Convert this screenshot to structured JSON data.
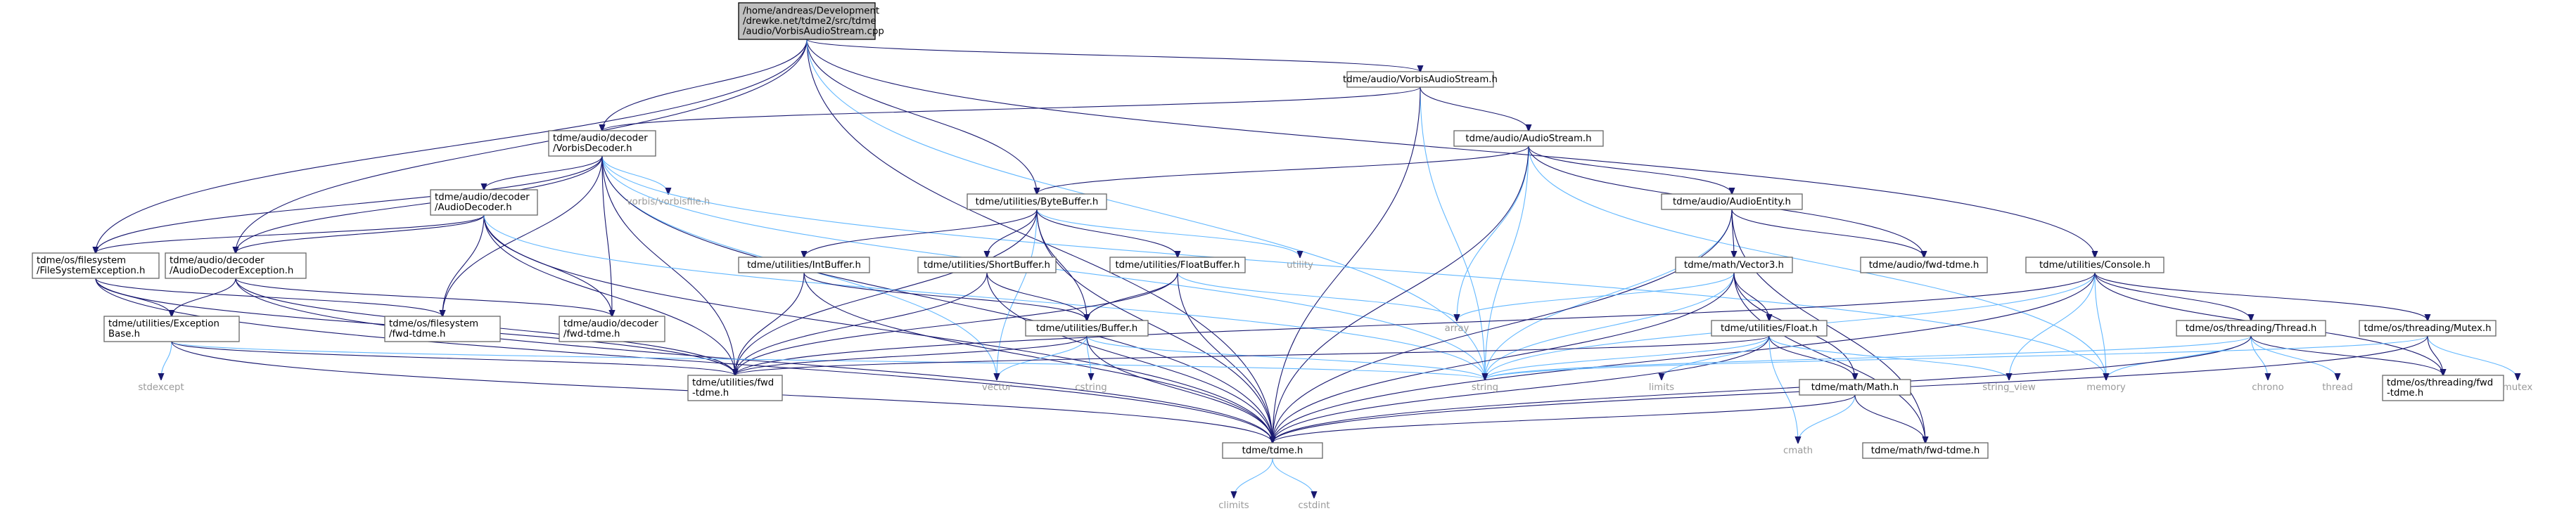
{
  "diagram": {
    "nodes": [
      {
        "id": "root",
        "lines": [
          "/home/andreas/Development",
          "/drewke.net/tdme2/src/tdme",
          "/audio/VorbisAudioStream.cpp"
        ],
        "kind": "root",
        "icon": ""
      },
      {
        "id": "vas_h",
        "lines": [
          "tdme/audio/VorbisAudioStream.h"
        ],
        "kind": "file"
      },
      {
        "id": "vdec_h",
        "lines": [
          "tdme/audio/decoder",
          "/VorbisDecoder.h"
        ],
        "kind": "file"
      },
      {
        "id": "as_h",
        "lines": [
          "tdme/audio/AudioStream.h"
        ],
        "kind": "file"
      },
      {
        "id": "ad_h",
        "lines": [
          "tdme/audio/decoder",
          "/AudioDecoder.h"
        ],
        "kind": "file"
      },
      {
        "id": "vorbisfile",
        "lines": [
          "vorbis/vorbisfile.h"
        ],
        "kind": "ext"
      },
      {
        "id": "bb_h",
        "lines": [
          "tdme/utilities/ByteBuffer.h"
        ],
        "kind": "file"
      },
      {
        "id": "ae_h",
        "lines": [
          "tdme/audio/AudioEntity.h"
        ],
        "kind": "file"
      },
      {
        "id": "fse_h",
        "lines": [
          "tdme/os/filesystem",
          "/FileSystemException.h"
        ],
        "kind": "file"
      },
      {
        "id": "ade_h",
        "lines": [
          "tdme/audio/decoder",
          "/AudioDecoderException.h"
        ],
        "kind": "file"
      },
      {
        "id": "ib_h",
        "lines": [
          "tdme/utilities/IntBuffer.h"
        ],
        "kind": "file"
      },
      {
        "id": "sb_h",
        "lines": [
          "tdme/utilities/ShortBuffer.h"
        ],
        "kind": "file"
      },
      {
        "id": "fb_h",
        "lines": [
          "tdme/utilities/FloatBuffer.h"
        ],
        "kind": "file"
      },
      {
        "id": "utility",
        "lines": [
          "utility"
        ],
        "kind": "ext"
      },
      {
        "id": "v3_h",
        "lines": [
          "tdme/math/Vector3.h"
        ],
        "kind": "file"
      },
      {
        "id": "afwd_h",
        "lines": [
          "tdme/audio/fwd-tdme.h"
        ],
        "kind": "file"
      },
      {
        "id": "console_h",
        "lines": [
          "tdme/utilities/Console.h"
        ],
        "kind": "file"
      },
      {
        "id": "eb_h",
        "lines": [
          "tdme/utilities/Exception",
          "Base.h"
        ],
        "kind": "file"
      },
      {
        "id": "fsfwd_h",
        "lines": [
          "tdme/os/filesystem",
          "/fwd-tdme.h"
        ],
        "kind": "file"
      },
      {
        "id": "adfwd_h",
        "lines": [
          "tdme/audio/decoder",
          "/fwd-tdme.h"
        ],
        "kind": "file"
      },
      {
        "id": "buf_h",
        "lines": [
          "tdme/utilities/Buffer.h"
        ],
        "kind": "file"
      },
      {
        "id": "array",
        "lines": [
          "array"
        ],
        "kind": "ext"
      },
      {
        "id": "float_h",
        "lines": [
          "tdme/utilities/Float.h"
        ],
        "kind": "file"
      },
      {
        "id": "thread_h",
        "lines": [
          "tdme/os/threading/Thread.h"
        ],
        "kind": "file"
      },
      {
        "id": "mutex_h",
        "lines": [
          "tdme/os/threading/Mutex.h"
        ],
        "kind": "file"
      },
      {
        "id": "stdexcept",
        "lines": [
          "stdexcept"
        ],
        "kind": "ext"
      },
      {
        "id": "ufwd_h",
        "lines": [
          "tdme/utilities/fwd",
          "-tdme.h"
        ],
        "kind": "file"
      },
      {
        "id": "vector",
        "lines": [
          "vector"
        ],
        "kind": "ext"
      },
      {
        "id": "cstring",
        "lines": [
          "cstring"
        ],
        "kind": "ext"
      },
      {
        "id": "string",
        "lines": [
          "string"
        ],
        "kind": "ext"
      },
      {
        "id": "limits",
        "lines": [
          "limits"
        ],
        "kind": "ext"
      },
      {
        "id": "math_h",
        "lines": [
          "tdme/math/Math.h"
        ],
        "kind": "file"
      },
      {
        "id": "string_view",
        "lines": [
          "string_view"
        ],
        "kind": "ext"
      },
      {
        "id": "memory",
        "lines": [
          "memory"
        ],
        "kind": "ext"
      },
      {
        "id": "chrono",
        "lines": [
          "chrono"
        ],
        "kind": "ext"
      },
      {
        "id": "thread",
        "lines": [
          "thread"
        ],
        "kind": "ext"
      },
      {
        "id": "thfwd_h",
        "lines": [
          "tdme/os/threading/fwd",
          "-tdme.h"
        ],
        "kind": "file"
      },
      {
        "id": "mutex",
        "lines": [
          "mutex"
        ],
        "kind": "ext"
      },
      {
        "id": "tdme_h",
        "lines": [
          "tdme/tdme.h"
        ],
        "kind": "file"
      },
      {
        "id": "cmath",
        "lines": [
          "cmath"
        ],
        "kind": "ext"
      },
      {
        "id": "mfwd_h",
        "lines": [
          "tdme/math/fwd-tdme.h"
        ],
        "kind": "file"
      },
      {
        "id": "climits",
        "lines": [
          "climits"
        ],
        "kind": "ext"
      },
      {
        "id": "cstdint",
        "lines": [
          "cstdint"
        ],
        "kind": "ext"
      }
    ],
    "edges": [
      [
        "root",
        "vas_h"
      ],
      [
        "root",
        "vdec_h"
      ],
      [
        "root",
        "bb_h"
      ],
      [
        "root",
        "fse_h"
      ],
      [
        "root",
        "ade_h"
      ],
      [
        "root",
        "console_h"
      ],
      [
        "root",
        "tdme_h"
      ],
      [
        "root",
        "string"
      ],
      [
        "vas_h",
        "as_h"
      ],
      [
        "vas_h",
        "vdec_h"
      ],
      [
        "vas_h",
        "string"
      ],
      [
        "vas_h",
        "tdme_h"
      ],
      [
        "vdec_h",
        "ad_h"
      ],
      [
        "vdec_h",
        "vorbisfile"
      ],
      [
        "vdec_h",
        "fse_h"
      ],
      [
        "vdec_h",
        "ade_h"
      ],
      [
        "vdec_h",
        "fsfwd_h"
      ],
      [
        "vdec_h",
        "adfwd_h"
      ],
      [
        "vdec_h",
        "ufwd_h"
      ],
      [
        "vdec_h",
        "vector"
      ],
      [
        "vdec_h",
        "string"
      ],
      [
        "vdec_h",
        "memory"
      ],
      [
        "vdec_h",
        "tdme_h"
      ],
      [
        "as_h",
        "bb_h"
      ],
      [
        "as_h",
        "ae_h"
      ],
      [
        "as_h",
        "afwd_h"
      ],
      [
        "as_h",
        "array"
      ],
      [
        "as_h",
        "string"
      ],
      [
        "as_h",
        "memory"
      ],
      [
        "as_h",
        "tdme_h"
      ],
      [
        "ad_h",
        "fse_h"
      ],
      [
        "ad_h",
        "ade_h"
      ],
      [
        "ad_h",
        "fsfwd_h"
      ],
      [
        "ad_h",
        "adfwd_h"
      ],
      [
        "ad_h",
        "ufwd_h"
      ],
      [
        "ad_h",
        "tdme_h"
      ],
      [
        "ad_h",
        "string"
      ],
      [
        "bb_h",
        "ib_h"
      ],
      [
        "bb_h",
        "sb_h"
      ],
      [
        "bb_h",
        "fb_h"
      ],
      [
        "bb_h",
        "buf_h"
      ],
      [
        "bb_h",
        "utility"
      ],
      [
        "bb_h",
        "vector"
      ],
      [
        "bb_h",
        "ufwd_h"
      ],
      [
        "bb_h",
        "tdme_h"
      ],
      [
        "ae_h",
        "v3_h"
      ],
      [
        "ae_h",
        "afwd_h"
      ],
      [
        "ae_h",
        "string"
      ],
      [
        "ae_h",
        "tdme_h"
      ],
      [
        "ae_h",
        "mfwd_h"
      ],
      [
        "fse_h",
        "eb_h"
      ],
      [
        "fse_h",
        "fsfwd_h"
      ],
      [
        "fse_h",
        "ufwd_h"
      ],
      [
        "fse_h",
        "tdme_h"
      ],
      [
        "ade_h",
        "eb_h"
      ],
      [
        "ade_h",
        "adfwd_h"
      ],
      [
        "ade_h",
        "ufwd_h"
      ],
      [
        "ade_h",
        "tdme_h"
      ],
      [
        "ib_h",
        "buf_h"
      ],
      [
        "ib_h",
        "ufwd_h"
      ],
      [
        "ib_h",
        "tdme_h"
      ],
      [
        "sb_h",
        "buf_h"
      ],
      [
        "sb_h",
        "ufwd_h"
      ],
      [
        "sb_h",
        "tdme_h"
      ],
      [
        "fb_h",
        "buf_h"
      ],
      [
        "fb_h",
        "array"
      ],
      [
        "fb_h",
        "ufwd_h"
      ],
      [
        "fb_h",
        "tdme_h"
      ],
      [
        "v3_h",
        "float_h"
      ],
      [
        "v3_h",
        "math_h"
      ],
      [
        "v3_h",
        "array"
      ],
      [
        "v3_h",
        "mfwd_h"
      ],
      [
        "v3_h",
        "string"
      ],
      [
        "v3_h",
        "tdme_h"
      ],
      [
        "console_h",
        "thread_h"
      ],
      [
        "console_h",
        "mutex_h"
      ],
      [
        "console_h",
        "thfwd_h"
      ],
      [
        "console_h",
        "string"
      ],
      [
        "console_h",
        "string_view"
      ],
      [
        "console_h",
        "memory"
      ],
      [
        "console_h",
        "ufwd_h"
      ],
      [
        "console_h",
        "tdme_h"
      ],
      [
        "eb_h",
        "stdexcept"
      ],
      [
        "eb_h",
        "string"
      ],
      [
        "eb_h",
        "ufwd_h"
      ],
      [
        "eb_h",
        "tdme_h"
      ],
      [
        "buf_h",
        "vector"
      ],
      [
        "buf_h",
        "cstring"
      ],
      [
        "buf_h",
        "string"
      ],
      [
        "buf_h",
        "ufwd_h"
      ],
      [
        "buf_h",
        "tdme_h"
      ],
      [
        "float_h",
        "limits"
      ],
      [
        "float_h",
        "cmath"
      ],
      [
        "float_h",
        "math_h"
      ],
      [
        "float_h",
        "string"
      ],
      [
        "float_h",
        "string_view"
      ],
      [
        "float_h",
        "ufwd_h"
      ],
      [
        "float_h",
        "tdme_h"
      ],
      [
        "thread_h",
        "chrono"
      ],
      [
        "thread_h",
        "thread"
      ],
      [
        "thread_h",
        "memory"
      ],
      [
        "thread_h",
        "string"
      ],
      [
        "thread_h",
        "thfwd_h"
      ],
      [
        "thread_h",
        "tdme_h"
      ],
      [
        "mutex_h",
        "mutex"
      ],
      [
        "mutex_h",
        "string"
      ],
      [
        "mutex_h",
        "thfwd_h"
      ],
      [
        "mutex_h",
        "tdme_h"
      ],
      [
        "math_h",
        "cmath"
      ],
      [
        "math_h",
        "mfwd_h"
      ],
      [
        "math_h",
        "tdme_h"
      ],
      [
        "tdme_h",
        "climits"
      ],
      [
        "tdme_h",
        "cstdint"
      ]
    ]
  }
}
